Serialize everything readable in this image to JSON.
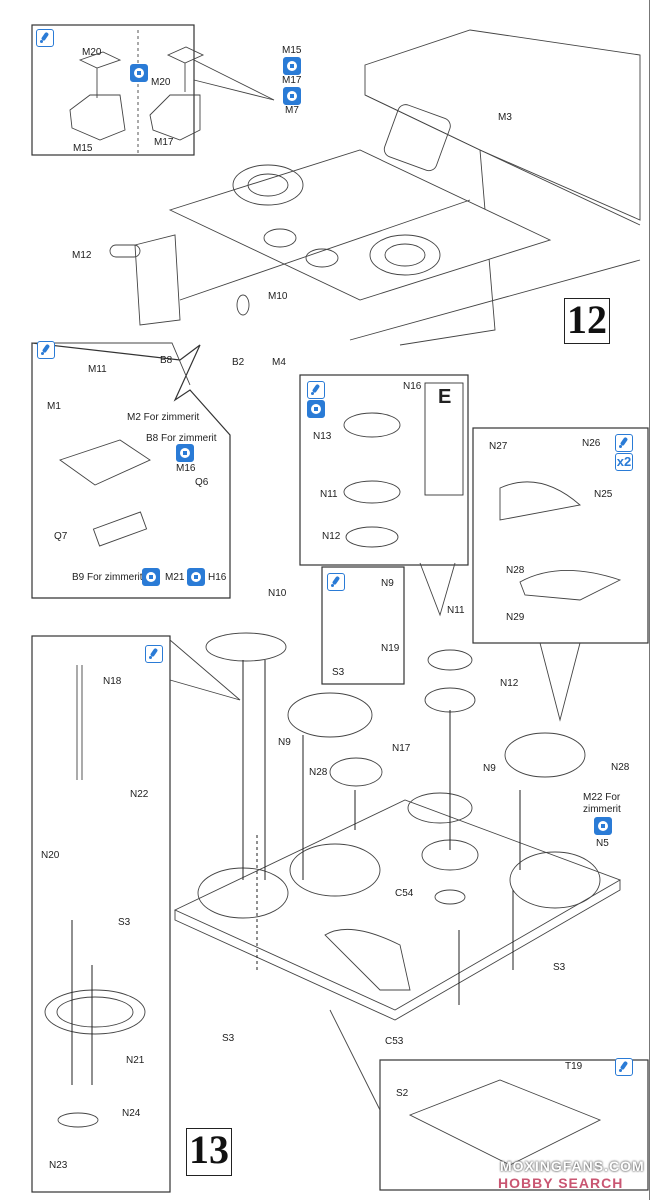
{
  "page": {
    "steps": [
      {
        "number": "12"
      },
      {
        "number": "13"
      }
    ],
    "icon_legend": {
      "brush": "paint-icon",
      "swap": "alternative-part-icon",
      "x2": "make-two-icon"
    }
  },
  "step12": {
    "inset_hatch": {
      "labels": {
        "left_m20": "M20",
        "left_m15": "M15",
        "right_m20": "M20",
        "right_m17": "M17"
      }
    },
    "callout_stack": {
      "m15": "M15",
      "m17": "M17",
      "m7": "M7"
    },
    "hull_labels": {
      "m3": "M3",
      "m12": "M12",
      "m10": "M10",
      "b8": "B8",
      "b2": "B2",
      "m4": "M4"
    },
    "inset_tow": {
      "m11": "M11",
      "m1": "M1",
      "m2": "M2 For zimmerit",
      "b8": "B8 For zimmerit",
      "m16": "M16",
      "q6": "Q6",
      "q7": "Q7",
      "b9": "B9 For zimmerit",
      "m21": "M21",
      "h16": "H16"
    }
  },
  "step13": {
    "inset_cupola": {
      "n16": "N16",
      "n13": "N13",
      "n11": "N11",
      "n12": "N12",
      "sprue_letter": "E"
    },
    "inset_hatches": {
      "n27": "N27",
      "n26": "N26",
      "n25": "N25",
      "n28": "N28",
      "n29": "N29",
      "qty": "x2"
    },
    "inset_periscope": {
      "n9": "N9",
      "n19": "N19",
      "s3": "S3"
    },
    "inset_scissor": {
      "n18": "N18",
      "n22": "N22",
      "n20": "N20",
      "s3": "S3",
      "n21": "N21",
      "n24": "N24",
      "n23": "N23"
    },
    "main_labels": {
      "n10": "N10",
      "n9_left": "N9",
      "n28_left": "N28",
      "n17": "N17",
      "n11": "N11",
      "n12": "N12",
      "n9_right": "N9",
      "n28_right": "N28",
      "m22": "M22 For",
      "m22_b": "zimmerit",
      "n5": "N5",
      "c54": "C54",
      "s3_left": "S3",
      "s3_right": "S3",
      "c53": "C53"
    },
    "inset_bottom": {
      "t19": "T19",
      "s2": "S2"
    }
  },
  "watermark": {
    "line1": "MOXINGFANS.COM",
    "line2": "HOBBY SEARCH"
  },
  "colors": {
    "accent_blue": "#2a7bd6",
    "watermark_red": "#c0395a"
  }
}
